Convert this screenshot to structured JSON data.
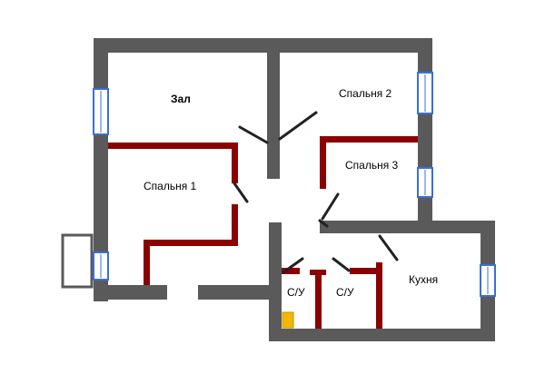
{
  "rooms": {
    "zal": "Зал",
    "bedroom_1": "Спальня 1",
    "bedroom_2": "Спальня 2",
    "bedroom_3": "Спальня 3",
    "bathroom_1": "С/У",
    "bathroom_2": "С/У",
    "kitchen": "Кухня"
  },
  "colors": {
    "exterior_wall": "#5a5a5a",
    "partition_wall": "#8b0000",
    "window": "#3a6fd8",
    "fixture": "#f2b705",
    "door": "#222222"
  }
}
